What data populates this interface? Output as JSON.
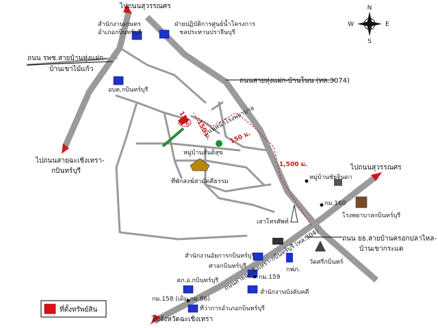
{
  "labels": {
    "to_suwannason_top": "ไปถนนสุวรรณศร",
    "agri_office": [
      "สำนักงานเกษตร",
      "อำเภอกบินทร์บุรี"
    ],
    "irrigation_center": [
      "ฝ่ายปฏิบัติการศูนย์น้ำโครงการ",
      "ชลประทานปราจีนบุรี"
    ],
    "road_west": [
      "ถนน รพช.สายบ้านทุ่งแฝก-",
      "บ้านเขาไม้แก้ว"
    ],
    "obt": "อบต.กบินทร์บุรี",
    "road_3074": "ถนนสายทุ่งแฝก-บ้านโนน (ทล.3074)",
    "to_chachoengsao_west": [
      "ไปถนนสายฉะเชิงเทรา-",
      "กบินทร์บุรี"
    ],
    "road_school": "ถนนหน้าโรงพยาบาล",
    "village": "หมู่บ้านสันติสุข",
    "temple_asso": "ที่พักสงฆ์สามัคคีธรรม",
    "dist_1500": "1,500 ม.",
    "dist_150a": "150 ม.",
    "dist_150b": "150 ม.",
    "dist_12": "12 ม.",
    "to_suwannason_right": "ไปถนนสุวรรณศร",
    "village_right": "หมู่บ้านชัยจินดา",
    "km160": "กม.160",
    "hospital": "โรงพยาบาลกบินทร์บุรี",
    "telecom": "เสาโทรศัพท์",
    "road_right": [
      "ถนน ยธ.สายบ้านครอกปลาไหล-",
      "บ้านเขากระแต"
    ],
    "highway_label": "ถนนสายฉะเชิงเทรา-กบินทร์บุรี (ทล.304)",
    "court": "สำนักงานอัยการกบินทร์บุรี",
    "court2": "ศาลกบินทร์บุรี",
    "temple_right": "วัดศรีกบินทร์",
    "egat": "กฟภ.",
    "police": "สภ.อ.กบินทร์บุรี",
    "km159": "กม.159",
    "land_office": "สำนักงานบังคับคดี",
    "km158": "กม.158 (เดิม กม.86)",
    "district_office": "ที่ว่าการอำเภอกบินทร์บุรี",
    "to_chachoengsao_bottom": "ไปจังหวัดฉะเชิงเทรา",
    "legend": "ที่ตั้งทรัพย์สิน"
  },
  "compass": {
    "n": "N",
    "s": "S",
    "e": "E",
    "w": "W"
  },
  "colors": {
    "road": "#9a9a9a",
    "building": "#1d33c9",
    "property": "#e01010",
    "green_road": "#1f8f3a",
    "arrow_red": "#d01818"
  }
}
